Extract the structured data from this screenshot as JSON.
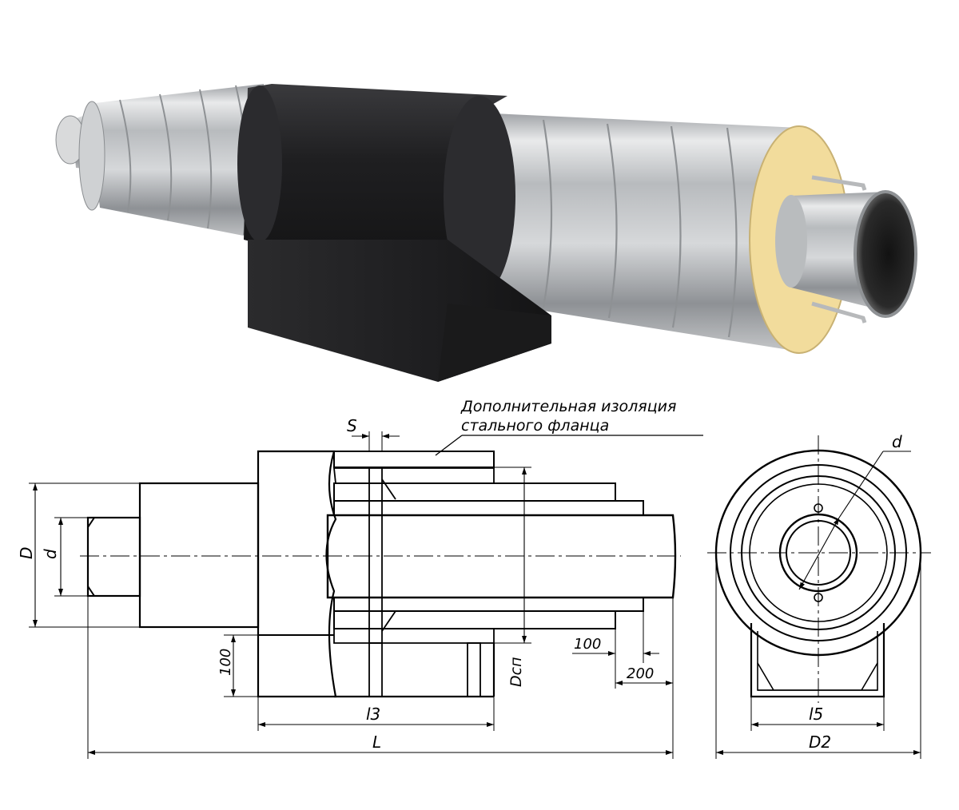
{
  "annotation": {
    "line1": "Дополнительная изоляция",
    "line2": "стального фланца"
  },
  "dimensions": {
    "S": "S",
    "d_left": "d",
    "D_left": "D",
    "v100": "100",
    "h100": "100",
    "h200": "200",
    "Dcn": "Dсп",
    "l3": "l3",
    "L": "L",
    "d_right": "d",
    "l5": "l5",
    "D2": "D2"
  },
  "colors": {
    "steel": "#c9cbcd",
    "black_coat": "#1c1c1e",
    "foam": "#f2dc9c",
    "ink": "#000000"
  }
}
